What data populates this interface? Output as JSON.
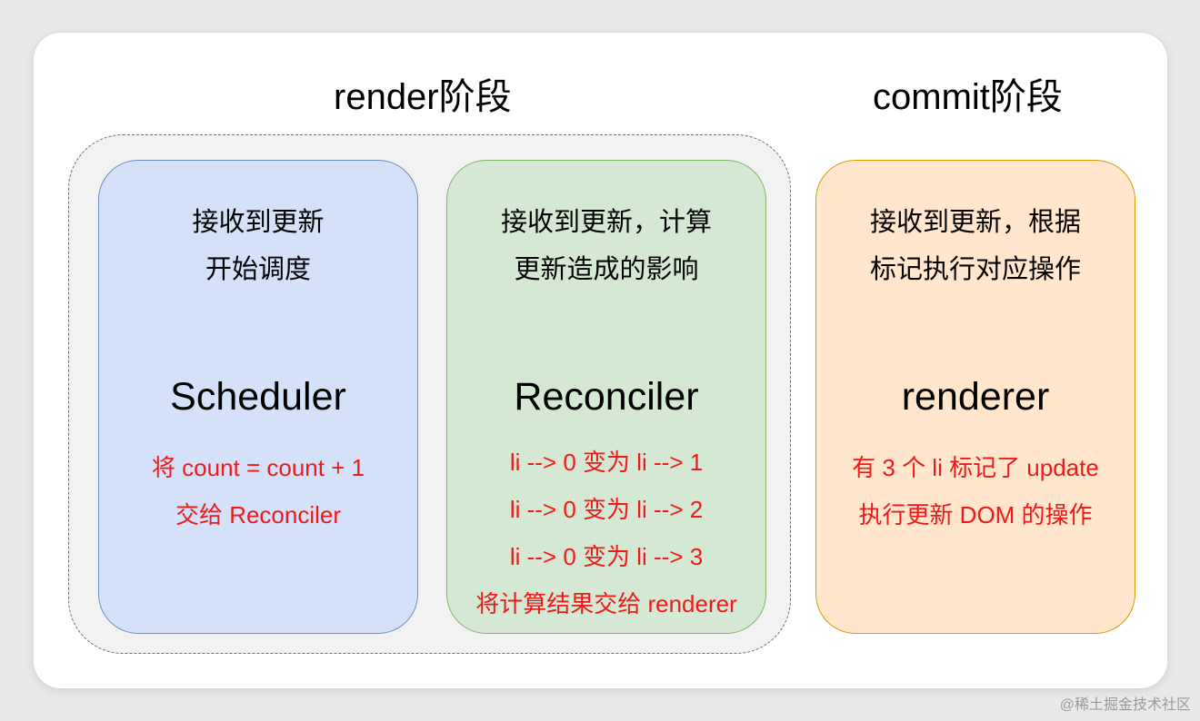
{
  "phases": {
    "render": "render阶段",
    "commit": "commit阶段"
  },
  "scheduler": {
    "desc": [
      "接收到更新",
      "开始调度"
    ],
    "name": "Scheduler",
    "notes": [
      "将 count = count + 1",
      "交给 Reconciler"
    ]
  },
  "reconciler": {
    "desc": [
      "接收到更新，计算",
      "更新造成的影响"
    ],
    "name": "Reconciler",
    "notes": [
      "li --> 0 变为 li --> 1",
      "li --> 0 变为 li --> 2",
      "li --> 0 变为 li --> 3",
      "将计算结果交给 renderer"
    ]
  },
  "renderer": {
    "desc": [
      "接收到更新，根据",
      "标记执行对应操作"
    ],
    "name": "renderer",
    "notes": [
      "有 3 个 li 标记了 update",
      "执行更新 DOM 的操作"
    ]
  },
  "watermark": "@稀土掘金技术社区",
  "colors": {
    "scheduler_fill": "#d4e1f9",
    "reconciler_fill": "#d5e8d4",
    "renderer_fill": "#ffe6cc",
    "note_text": "#ee1a1a"
  }
}
